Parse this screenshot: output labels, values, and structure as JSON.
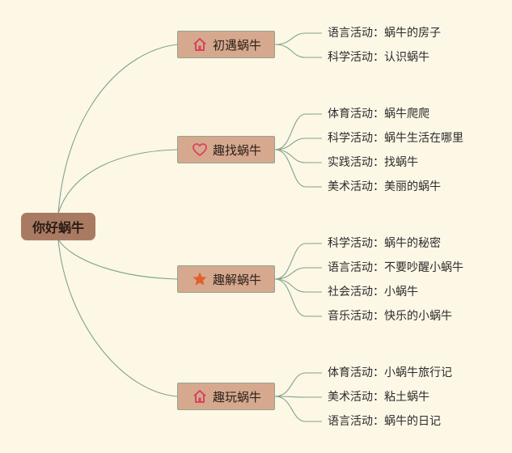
{
  "root": {
    "label": "你好蜗牛"
  },
  "branches": [
    {
      "label": "初遇蜗牛",
      "icon": "house-icon",
      "leaves": [
        "语言活动：蜗牛的房子",
        "科学活动：认识蜗牛"
      ]
    },
    {
      "label": "趣找蜗牛",
      "icon": "heart-icon",
      "leaves": [
        "体育活动：蜗牛爬爬",
        "科学活动：蜗牛生活在哪里",
        "实践活动：找蜗牛",
        "美术活动：美丽的蜗牛"
      ]
    },
    {
      "label": "趣解蜗牛",
      "icon": "star-icon",
      "leaves": [
        "科学活动：蜗牛的秘密",
        "语言活动：不要吵醒小蜗牛",
        "社会活动：小蜗牛",
        "音乐活动：快乐的小蜗牛"
      ]
    },
    {
      "label": "趣玩蜗牛",
      "icon": "house-icon",
      "leaves": [
        "体育活动：小蜗牛旅行记",
        "美术活动：粘土蜗牛",
        "语言活动：蜗牛的日记"
      ]
    }
  ],
  "colors": {
    "background": "#fdf7e6",
    "root": "#a97a62",
    "branch": "#d6a98f",
    "connector": "#7fa38d",
    "house": "#d6455e",
    "heart": "#d6455e",
    "star": "#e0602e"
  }
}
